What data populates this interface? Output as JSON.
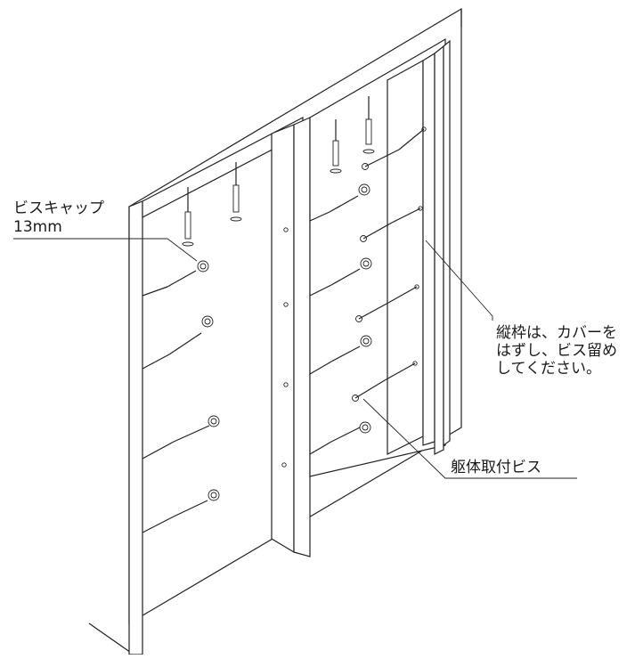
{
  "labels": {
    "screw_cap_title": "ビスキャップ",
    "screw_cap_size": "13mm",
    "frame_note_line1": "縦枠は、カバーを",
    "frame_note_line2": "はずし、ビス留め",
    "frame_note_line3": "してください。",
    "body_screw": "躯体取付ビス"
  }
}
